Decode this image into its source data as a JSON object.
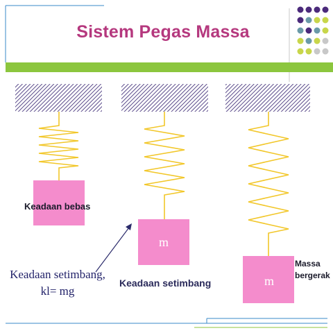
{
  "title": "Sistem Pegas Massa",
  "labels": {
    "free_state": "Keadaan bebas",
    "equilibrium_state": "Keadaan setimbang",
    "moving_mass_line1": "Massa",
    "moving_mass_line2": "bergerak",
    "equilibrium_note_line1": "Keadaan setimbang,",
    "equilibrium_note_line2": "kl= mg"
  },
  "mass_symbols": {
    "middle": "m",
    "right": "m"
  },
  "colors": {
    "title": "#b5387e",
    "green_bar": "#8cc63e",
    "spring": "#f2c72a",
    "mass_block": "#f48ccc",
    "ceiling_hatch": "#5a4a8a",
    "dot_purple": "#4b2a7b",
    "dot_lime": "#c8d64a",
    "dot_teal": "#6a9aa8",
    "dot_gray": "#c8c8c8",
    "arrow": "#2a2a6a"
  }
}
